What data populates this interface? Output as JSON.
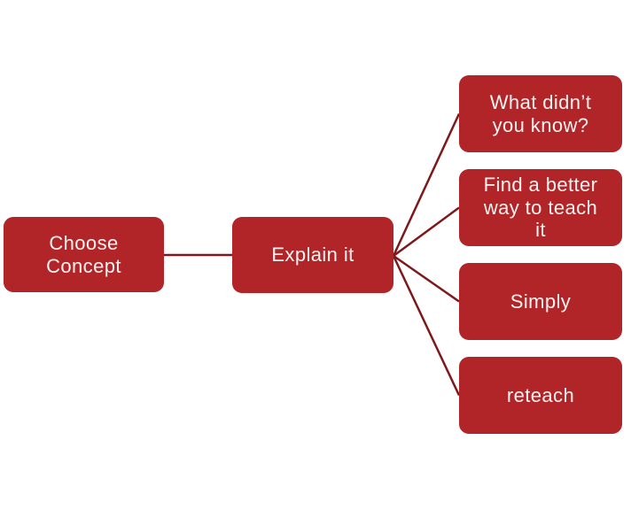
{
  "diagram": {
    "colors": {
      "background": "#ffffff",
      "node_fill": "#b12427",
      "node_text": "#faf3f1",
      "connector": "#7e181b"
    },
    "nodes": {
      "choose_concept": {
        "label": "Choose\nConcept"
      },
      "explain_it": {
        "label": "Explain it"
      },
      "branches": [
        {
          "label": "What didn’t\nyou know?"
        },
        {
          "label": "Find a better\nway to teach\nit"
        },
        {
          "label": "Simply"
        },
        {
          "label": "reteach"
        }
      ]
    }
  }
}
